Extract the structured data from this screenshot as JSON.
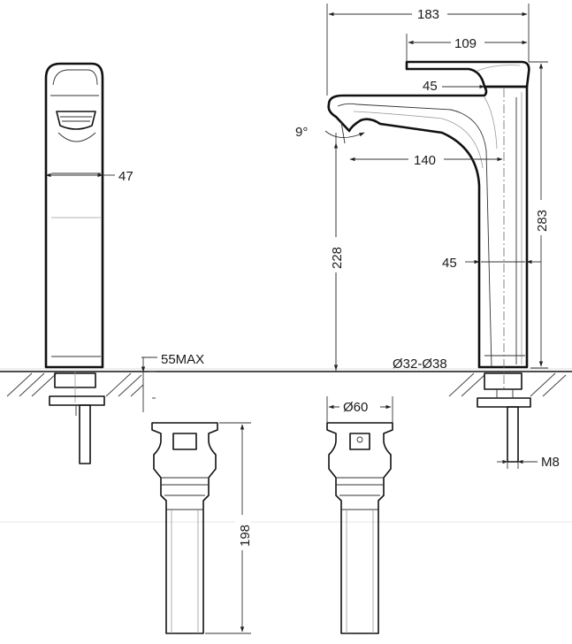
{
  "diagram": {
    "dimensions": {
      "overall_width": "183",
      "handle_length": "109",
      "handle_depth": "45",
      "spout_angle": "9°",
      "spout_reach": "140",
      "body_width_side": "47",
      "spout_height": "228",
      "overall_height": "283",
      "body_width_front": "45",
      "deck_thickness": "55MAX",
      "hole_diameter": "Ø32-Ø38",
      "drain_flange_diameter": "Ø60",
      "drain_length": "198",
      "thread": "M8"
    }
  }
}
